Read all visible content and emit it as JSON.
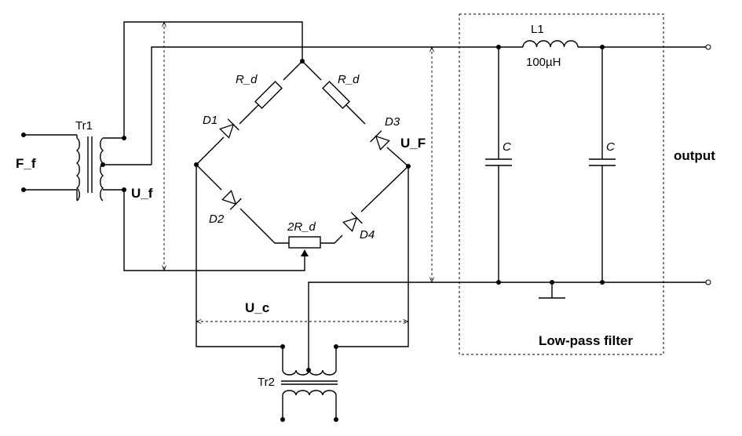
{
  "labels": {
    "tr1": "Tr1",
    "tr2": "Tr2",
    "f_f": "F_f",
    "u_f": "U_f",
    "u_F": "U_F",
    "u_c": "U_c",
    "r_d_left": "R_d",
    "r_d_right": "R_d",
    "two_r_d": "2R_d",
    "d1": "D1",
    "d2": "D2",
    "d3": "D3",
    "d4": "D4",
    "l1": "L1",
    "l1_value": "100µH",
    "c_left": "C",
    "c_right": "C",
    "output": "output",
    "lpf": "Low-pass filter"
  }
}
